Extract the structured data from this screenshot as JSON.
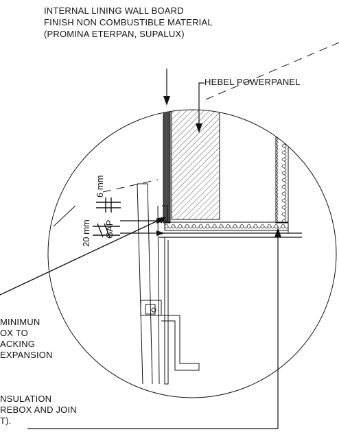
{
  "top_note": {
    "line1": "INTERNAL LINING WALL BOARD",
    "line2": "FINISH NON COMBUSTIBLE MATERIAL",
    "line3": "(PROMINA ETERPAN, SUPALUX)"
  },
  "hebel_label": "HEBEL POWERPANEL",
  "dims": {
    "six_mm": "6 mm",
    "twenty_mm": "20 mm",
    "gap": "GAP"
  },
  "note_a": {
    "line1": "MINIMUN",
    "line2": "OX TO",
    "line3": "ACKING",
    "line4": "EXPANSION"
  },
  "note_b": {
    "line1": "NSULATION",
    "line2": "REBOX AND JOIN",
    "line3": "T)."
  },
  "colors": {
    "line": "#111111",
    "hatch": "#555555",
    "lining": "#4a4a4a"
  }
}
